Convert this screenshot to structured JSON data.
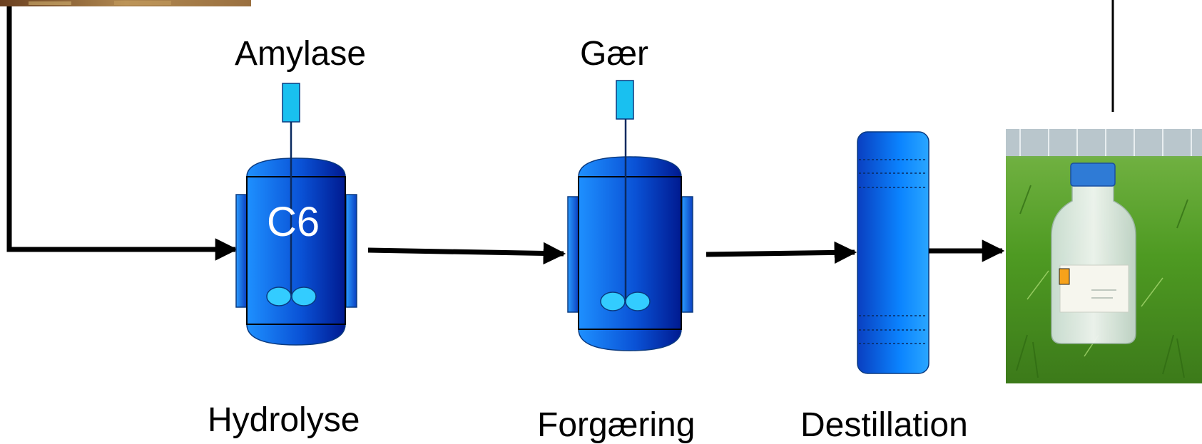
{
  "reagents": {
    "amylase": "Amylase",
    "yeast": "Gær"
  },
  "reactor_hydrolysis": {
    "marker": "C6"
  },
  "steps": {
    "hydrolysis": "Hydrolyse",
    "fermentation": "Forgæring",
    "distillation": "Destillation"
  },
  "colors": {
    "vessel_light": "#1a8cff",
    "vessel_dark": "#001f99",
    "dosing_cup": "#19c0f0",
    "impeller": "#33ccff",
    "arrow": "#000000"
  }
}
